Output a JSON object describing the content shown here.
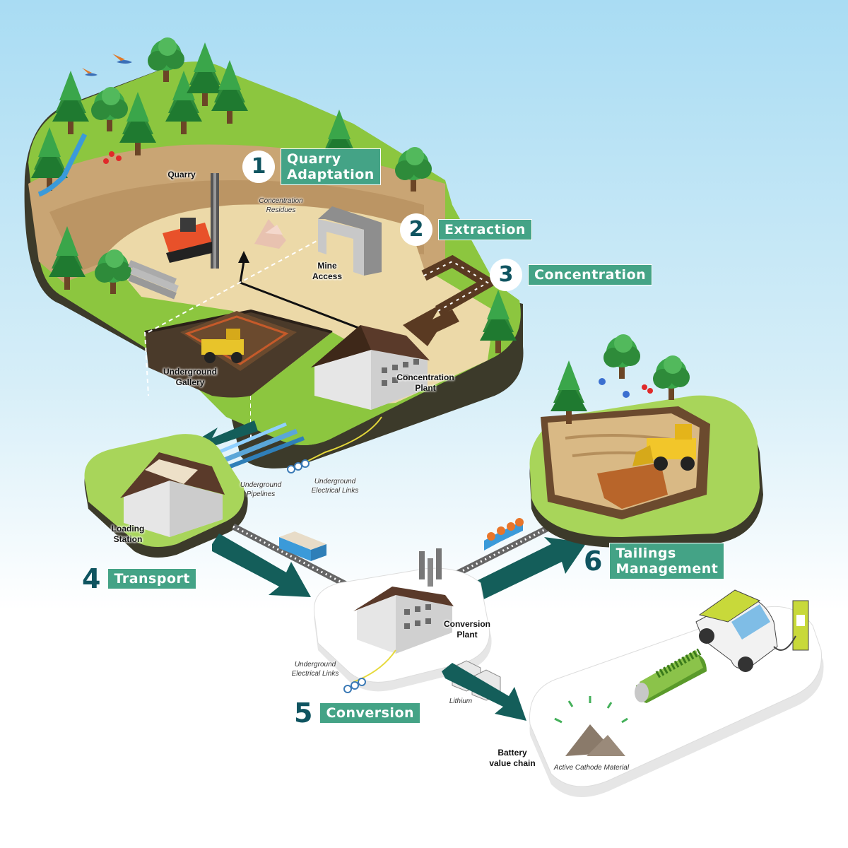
{
  "steps": [
    {
      "number": "1",
      "lines": [
        "Quarry",
        "Adaptation"
      ]
    },
    {
      "number": "2",
      "lines": [
        "Extraction"
      ]
    },
    {
      "number": "3",
      "lines": [
        "Concentration"
      ]
    },
    {
      "number": "4",
      "lines": [
        "Transport"
      ]
    },
    {
      "number": "5",
      "lines": [
        "Conversion"
      ]
    },
    {
      "number": "6",
      "lines": [
        "Tailings",
        "Management"
      ]
    }
  ],
  "labels": {
    "quarry": [
      "Quarry"
    ],
    "concentration_residues": [
      "Concentration",
      "Residues"
    ],
    "mine_access": [
      "Mine",
      "Access"
    ],
    "underground_gallery": [
      "Underground",
      "Gallery"
    ],
    "concentration_plant": [
      "Concentration",
      "Plant"
    ],
    "underground_pipelines": [
      "Underground",
      "Pipelines"
    ],
    "underground_electrical_links_top": [
      "Underground",
      "Electrical Links"
    ],
    "loading_station": [
      "Loading Station"
    ],
    "conversion_plant": [
      "Conversion",
      "Plant"
    ],
    "underground_electrical_links_bottom": [
      "Underground",
      "Electrical Links"
    ],
    "lithium": [
      "Lithium"
    ],
    "battery_value_chain": [
      "Battery",
      "value chain"
    ],
    "active_cathode_material": [
      "Active Cathode Material"
    ]
  },
  "colors": {
    "teal_label": "#44a386",
    "number_dark": "#0f5460",
    "arrow_teal": "#145e5a",
    "grass": "#8cc63f",
    "grass_light": "#a8d55a",
    "soil": "#4a3a2a",
    "sand": "#ecd9a8",
    "plant_roof": "#5a3a2a",
    "battery_green": "#8bc34a",
    "car_lime": "#c8d93a"
  },
  "icons": [
    "tree-icon",
    "bird-icon",
    "drill-rig-icon",
    "mine-access-icon",
    "loader-icon",
    "plant-building-icon",
    "train-wagon-icon",
    "tote-bag-icon",
    "battery-icon",
    "electric-car-icon",
    "charger-icon"
  ]
}
